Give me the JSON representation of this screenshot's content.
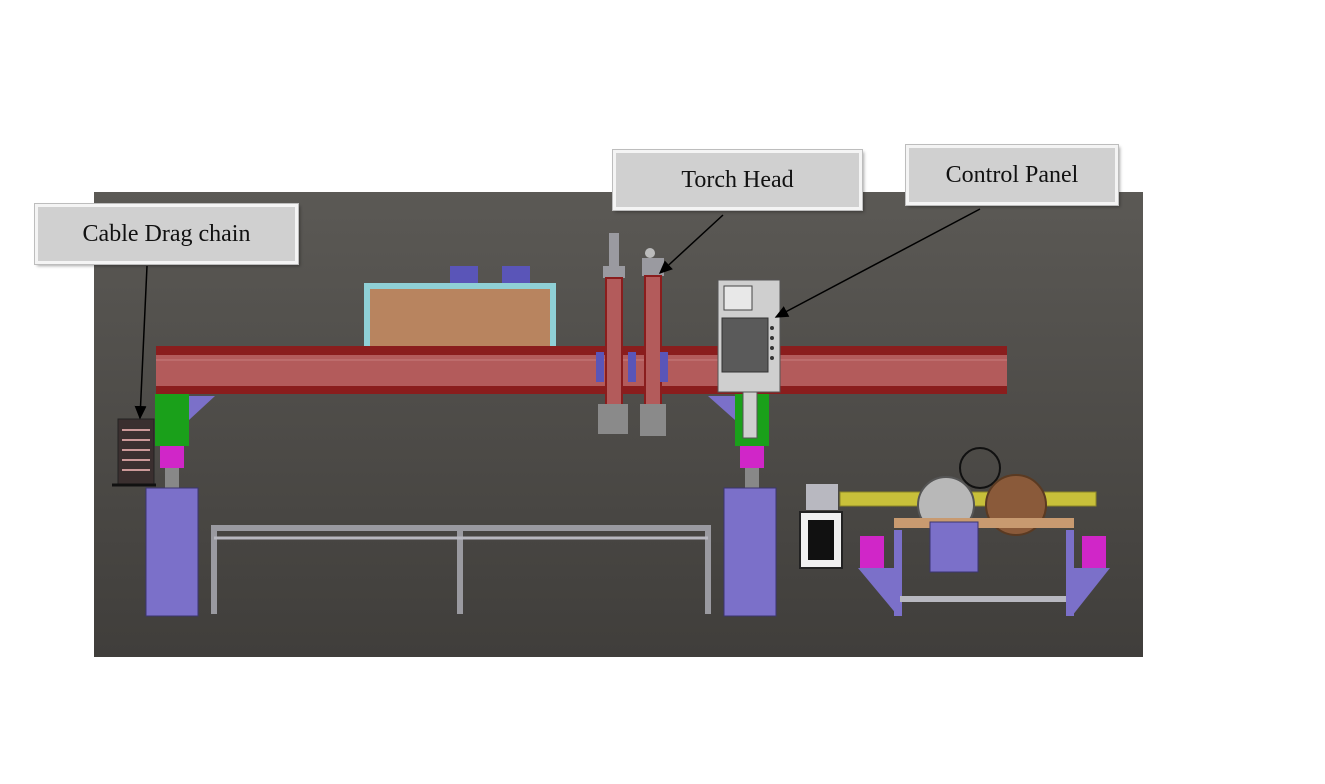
{
  "labels": {
    "cable_drag_chain": "Cable Drag chain",
    "torch_head": "Torch Head",
    "control_panel": "Control Panel"
  },
  "colors": {
    "background_panel": "#4e4c48",
    "gantry_beam": "#b35b5b",
    "beam_flange": "#8a1d1d",
    "rail_columns": "#7b70c9",
    "carriage_green": "#1aa01a",
    "motor_magenta": "#d026c8",
    "cabinet_tan": "#b8845f",
    "cabinet_border": "#8fd0d6",
    "table_frame": "#9a9aa0",
    "roller_yellow": "#c8c03a"
  }
}
